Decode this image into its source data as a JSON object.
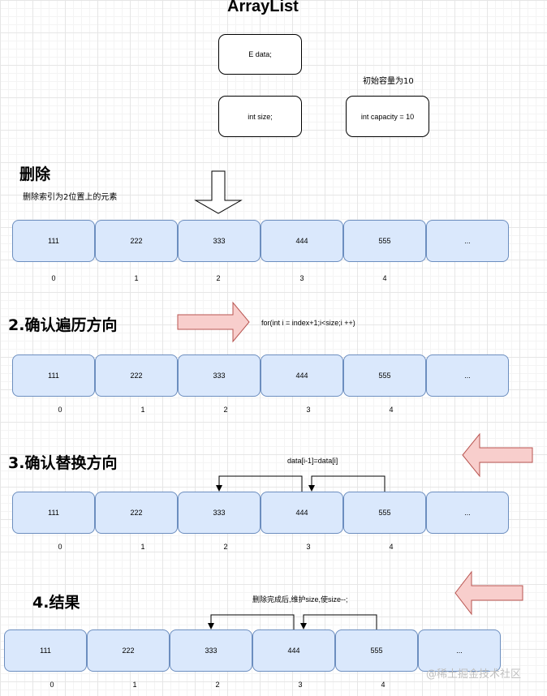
{
  "title": "ArrayList",
  "fields": {
    "data": "E  data;",
    "size": "int size;",
    "capacity": "int capacity = 10",
    "capacity_note": "初始容量为10"
  },
  "sections": {
    "delete": {
      "heading": "删除",
      "note": "删除索引为2位置上的元素"
    },
    "traverse": {
      "heading": "2.确认遍历方向",
      "code": "for(int i = index+1;i<size;i ++)"
    },
    "replace": {
      "heading": "3.确认替换方向",
      "code": "data[i-1]=data[i]"
    },
    "result": {
      "heading": "4.结果",
      "note": "删除完成后,维护size,使size--;"
    }
  },
  "array": {
    "values": [
      "111",
      "222",
      "333",
      "444",
      "555",
      "..."
    ],
    "indices": [
      "0",
      "1",
      "2",
      "3",
      "4"
    ]
  },
  "watermark": "@稀土掘金技术社区",
  "colors": {
    "cell_fill": "#dae8fc",
    "cell_border": "#6c8ebf",
    "arrow_fill": "#f8cecc",
    "arrow_border": "#b85450"
  }
}
